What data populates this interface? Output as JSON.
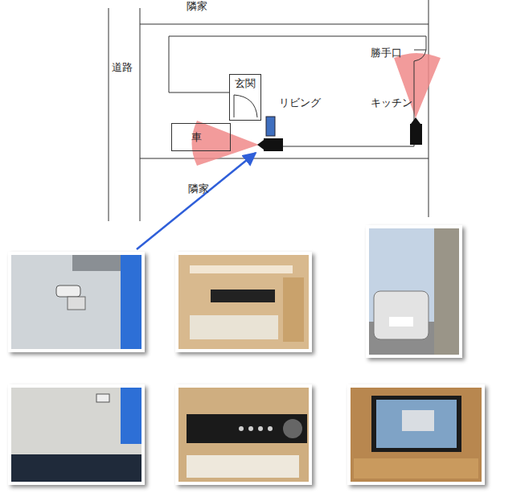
{
  "diagram": {
    "nodes": [
      {
        "text": [
          "玄関"
        ]
      },
      {
        "text": [
          "車"
        ]
      }
    ],
    "labels": [
      "隣家",
      "道路",
      "勝手口",
      "リビング",
      "キッチン",
      "隣家"
    ]
  }
}
